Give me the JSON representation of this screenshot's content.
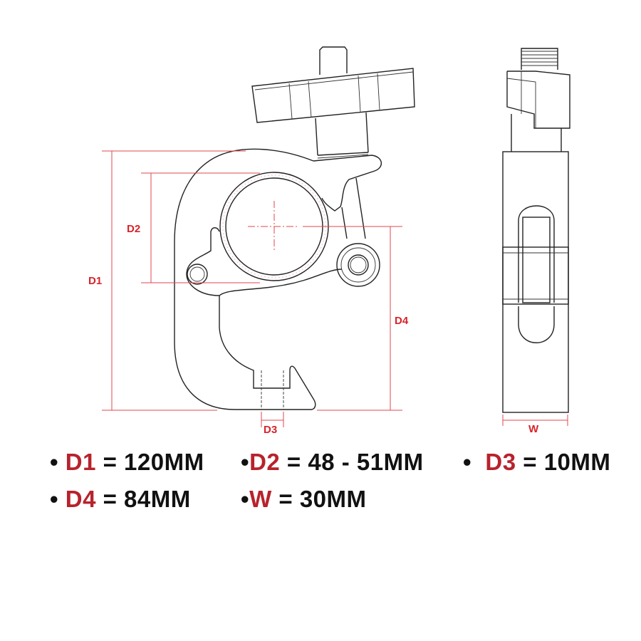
{
  "dimension_labels": {
    "d1": "D1",
    "d2": "D2",
    "d3": "D3",
    "d4": "D4",
    "w": "W"
  },
  "specs": [
    {
      "bullet": "•",
      "key": "D1",
      "value": "= 120MM"
    },
    {
      "bullet": "•",
      "key": "D2",
      "value": "= 48 - 51MM"
    },
    {
      "bullet": "•",
      "key": "D3",
      "value": "= 10MM"
    },
    {
      "bullet": "•",
      "key": "D4",
      "value": "= 84MM"
    },
    {
      "bullet": "•",
      "key": "W",
      "value": "= 30MM"
    }
  ],
  "colors": {
    "accent": "#b8222c",
    "dimension_line": "#e0474c",
    "outline": "#222222"
  }
}
